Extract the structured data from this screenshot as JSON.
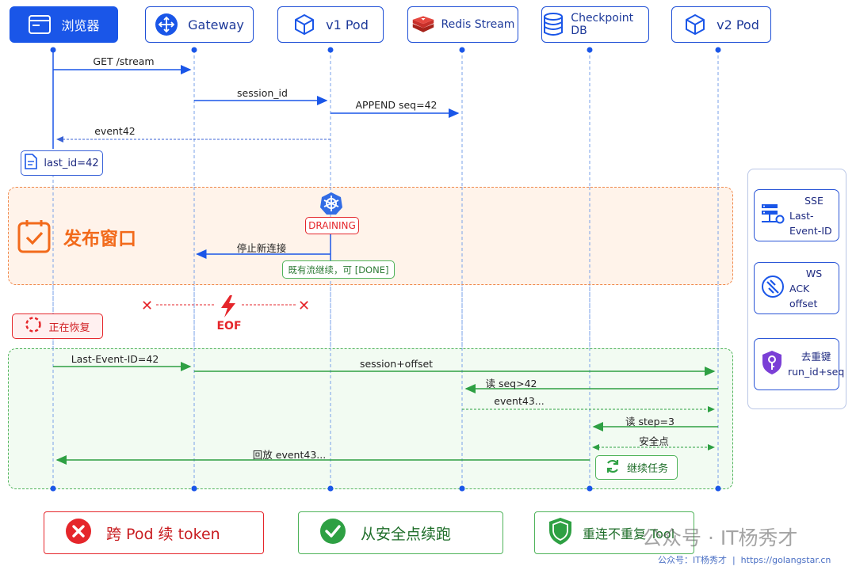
{
  "participants": {
    "browser": "浏览器",
    "gateway": "Gateway",
    "v1pod": "v1 Pod",
    "redis": "Redis Stream",
    "checkpoint": "Checkpoint DB",
    "v2pod": "v2 Pod"
  },
  "messages": {
    "get_stream": "GET /stream",
    "session_id": "session_id",
    "append": "APPEND seq=42",
    "event42": "event42",
    "stop_new": "停止新连接",
    "last_event_id": "Last-Event-ID=42",
    "session_offset": "session+offset",
    "read_seq": "读 seq>42",
    "event43": "event43...",
    "read_step": "读 step=3",
    "safe_point": "安全点",
    "replay": "回放 event43..."
  },
  "notes": {
    "last_id": "last_id=42",
    "release_window": "发布窗口",
    "draining": "DRAINING",
    "existing_flow": "既有流继续，可 [DONE]",
    "eof": "EOF",
    "recovering": "正在恢复",
    "continue_task": "继续任务"
  },
  "side_panel": {
    "sse_title": "SSE",
    "sse_sub": "Last-Event-ID",
    "ws_title": "WS",
    "ws_sub": "ACK offset",
    "dedup_title": "去重键",
    "dedup_sub": "run_id+seq"
  },
  "bottom": {
    "bad": "跨 Pod 续 token",
    "good": "从安全点续跑",
    "tool": "重连不重复 Tool"
  },
  "watermark": {
    "brand": "公众号 · IT杨秀才",
    "footer": "公众号：IT杨秀才  |  https://golangstar.cn"
  },
  "colors": {
    "blue": "#1a56e8",
    "orange": "#f26a1b",
    "green": "#2ea043",
    "red": "#e5262b"
  }
}
